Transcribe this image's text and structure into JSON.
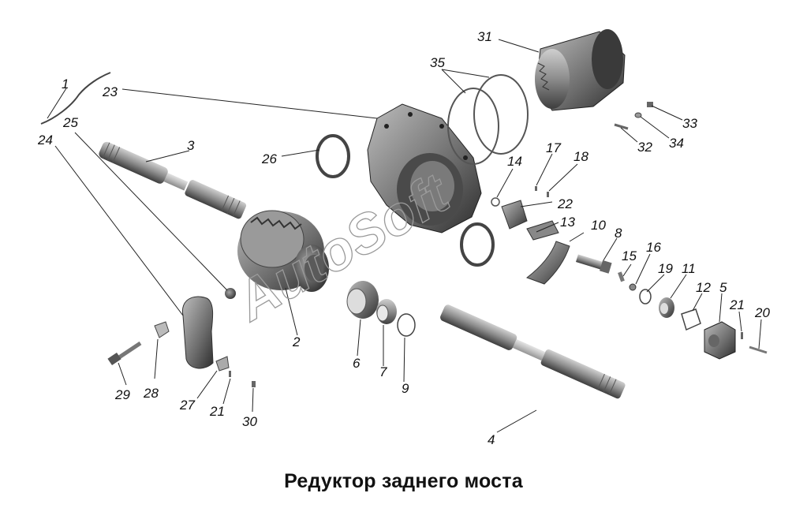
{
  "title": "Редуктор заднего моста",
  "watermark": "AutoSoft",
  "callouts": [
    "1",
    "2",
    "3",
    "4",
    "5",
    "6",
    "7",
    "8",
    "9",
    "10",
    "11",
    "12",
    "13",
    "14",
    "15",
    "16",
    "17",
    "18",
    "19",
    "20",
    "21",
    "21",
    "22",
    "23",
    "24",
    "25",
    "26",
    "27",
    "28",
    "29",
    "30",
    "31",
    "32",
    "33",
    "34",
    "35"
  ]
}
